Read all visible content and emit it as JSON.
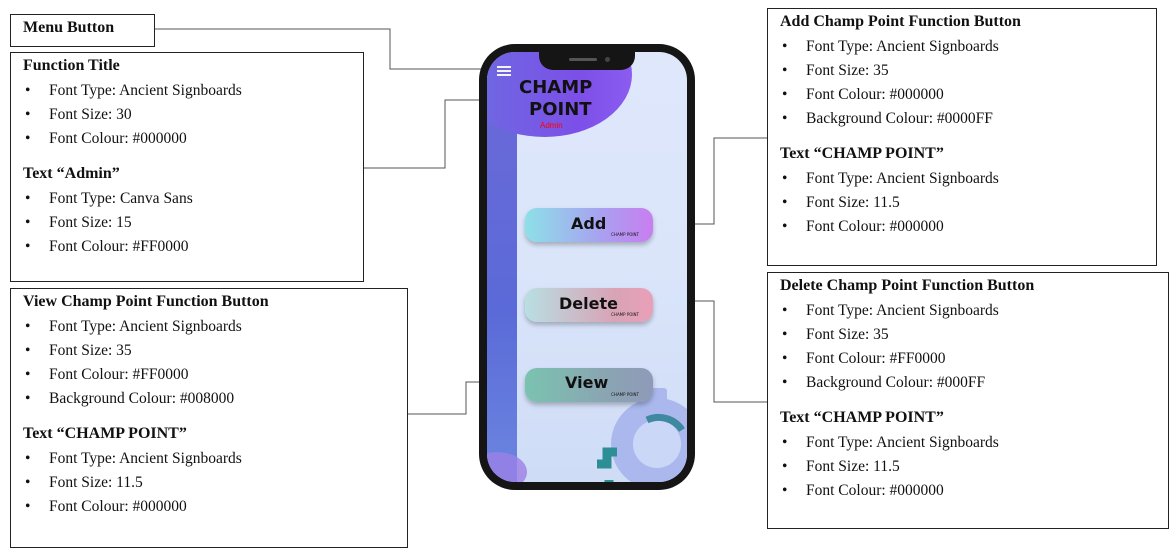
{
  "menu_box": {
    "title": "Menu Button"
  },
  "function_title_box": {
    "title": "Function Title",
    "items": [
      "Font Type: Ancient Signboards",
      "Font Size: 30",
      "Font Colour: #000000"
    ],
    "sub_title": "Text “Admin”",
    "sub_items": [
      "Font Type: Canva Sans",
      "Font Size: 15",
      "Font Colour: #FF0000"
    ]
  },
  "view_box": {
    "title": "View Champ Point Function Button",
    "items": [
      "Font Type: Ancient Signboards",
      "Font Size: 35",
      "Font Colour: #FF0000",
      "Background Colour: #008000"
    ],
    "sub_title": "Text “CHAMP POINT”",
    "sub_items": [
      "Font Type: Ancient Signboards",
      "Font Size: 11.5",
      "Font Colour: #000000"
    ]
  },
  "add_box": {
    "title": "Add Champ Point Function Button",
    "items": [
      "Font Type: Ancient Signboards",
      "Font Size: 35",
      "Font Colour: #000000",
      "Background Colour: #0000FF"
    ],
    "sub_title": "Text “CHAMP POINT”",
    "sub_items": [
      "Font Type: Ancient Signboards",
      "Font Size: 11.5",
      "Font Colour: #000000"
    ]
  },
  "delete_box": {
    "title": "Delete Champ Point Function Button",
    "items": [
      "Font Type: Ancient Signboards",
      "Font Size: 35",
      "Font Colour: #FF0000",
      "Background Colour: #000FF"
    ],
    "sub_title": "Text “CHAMP POINT”",
    "sub_items": [
      "Font Type: Ancient Signboards",
      "Font Size: 11.5",
      "Font Colour: #000000"
    ]
  },
  "phone": {
    "title_line1": "CHAMP",
    "title_line2": "POINT",
    "admin_text": "Admin",
    "buttons": {
      "add": {
        "label": "Add",
        "sub": "CHAMP POINT"
      },
      "delete": {
        "label": "Delete",
        "sub": "CHAMP POINT"
      },
      "view": {
        "label": "View",
        "sub": "CHAMP POINT"
      }
    }
  }
}
